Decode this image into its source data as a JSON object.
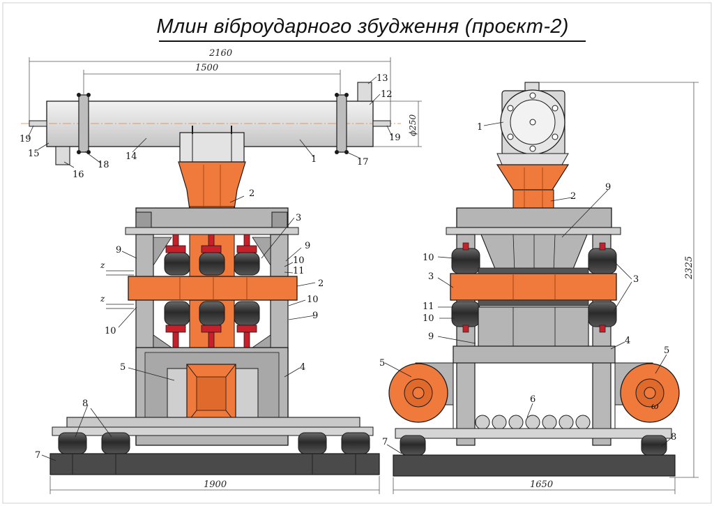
{
  "title": "Млин віброударного збудження (проєкт-2)",
  "dimensions": {
    "overall_length": "2160",
    "tube_span": "1500",
    "tube_diameter": "ϕ250",
    "base_width_front": "1900",
    "base_width_side": "1650",
    "overall_height": "2325"
  },
  "front_view": {
    "callouts": [
      "19",
      "15",
      "16",
      "18",
      "14",
      "1",
      "17",
      "19",
      "12",
      "13",
      "2",
      "3",
      "9",
      "10",
      "11",
      "2",
      "10",
      "9",
      "10",
      "9",
      "5",
      "4",
      "8",
      "7",
      "z",
      "z"
    ]
  },
  "side_view": {
    "callouts": [
      "1",
      "2",
      "9",
      "10",
      "3",
      "11",
      "10",
      "9",
      "3",
      "4",
      "5",
      "5",
      "6",
      "7",
      "8",
      "ω"
    ]
  },
  "colors": {
    "steel": "#c8c8c8",
    "steel_dark": "#8a8a8a",
    "orange": "#f07a3c",
    "red": "#c8202a",
    "rubber": "#3a3a3a",
    "outline": "#1a1a1a",
    "dim_line": "#555555"
  }
}
